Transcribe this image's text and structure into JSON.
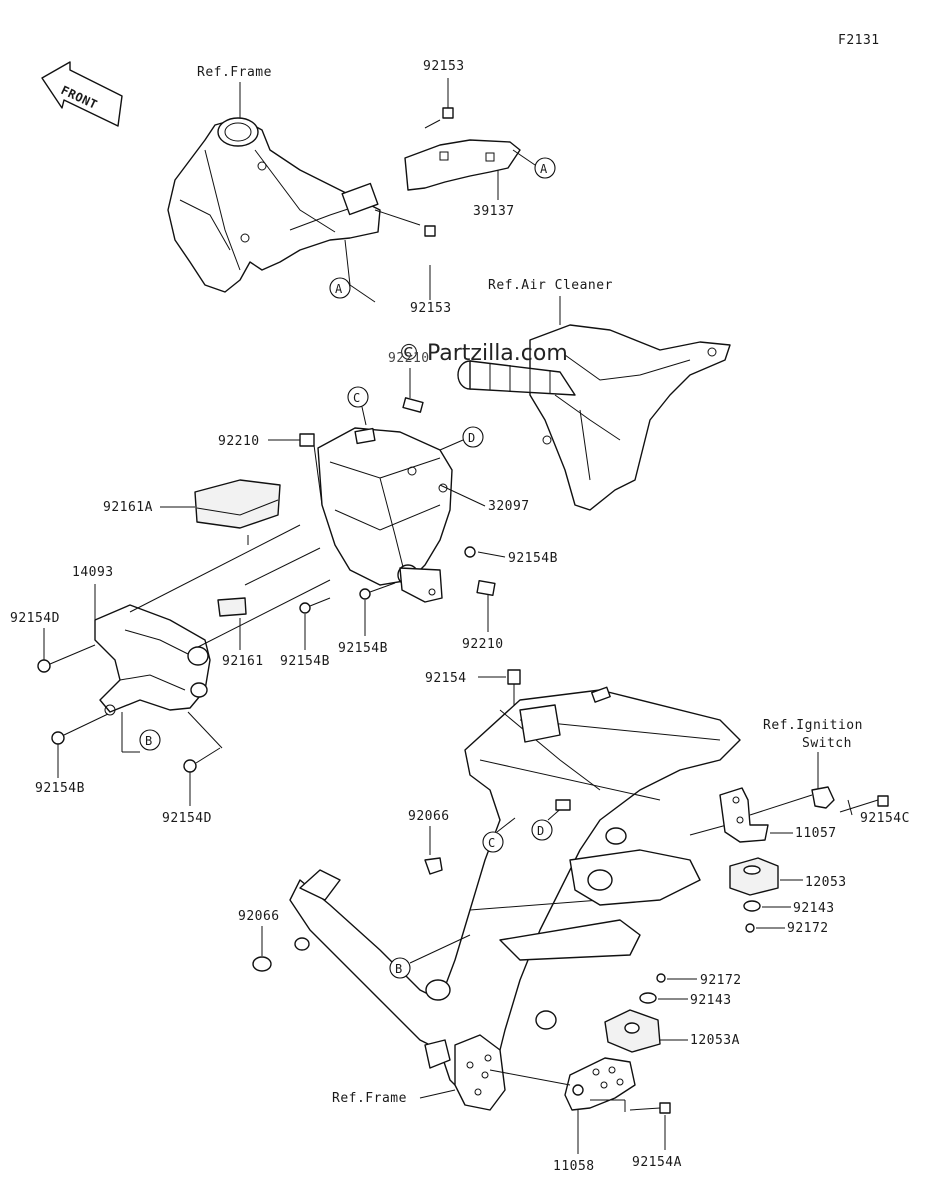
{
  "figure_code": "F2131",
  "front_arrow": "FRONT",
  "watermark": "© Partzilla.com",
  "ref_labels": {
    "frame_top": "Ref.Frame",
    "air_cleaner": "Ref.Air Cleaner",
    "ignition_line1": "Ref.Ignition",
    "ignition_line2": "Switch",
    "frame_bottom": "Ref.Frame"
  },
  "callout_letters": {
    "A1": "A",
    "A2": "A",
    "B1": "B",
    "B2": "B",
    "C1": "C",
    "C2": "C",
    "D1": "D",
    "D2": "D"
  },
  "parts": {
    "p92153_top": "92153",
    "p39137": "39137",
    "p92153_bot": "92153",
    "p92210_top": "92210",
    "p92210_left": "92210",
    "p92161A": "92161A",
    "p32097": "32097",
    "p92154B_r": "92154B",
    "p14093": "14093",
    "p92154D_l": "92154D",
    "p92161": "92161",
    "p92154B_m1": "92154B",
    "p92154B_m2": "92154B",
    "p92210_bot": "92210",
    "p92154B_l": "92154B",
    "p92154D_b": "92154D",
    "p92154": "92154",
    "p92154C": "92154C",
    "p11057": "11057",
    "p92066_top": "92066",
    "p12053": "12053",
    "p92143_top": "92143",
    "p92172_top": "92172",
    "p92066_left": "92066",
    "p92172_bot": "92172",
    "p92143_bot": "92143",
    "p12053A": "12053A",
    "p11058": "11058",
    "p92154A": "92154A"
  }
}
